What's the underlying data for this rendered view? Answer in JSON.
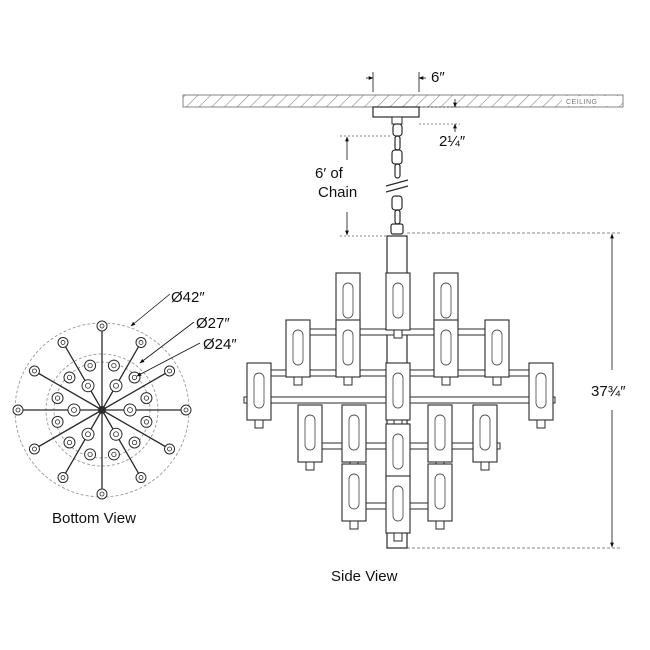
{
  "diagram": {
    "ceiling_label": "CEILING",
    "dim_canopy_width": "6″",
    "dim_canopy_height": "2¼″",
    "dim_chain_line1": "6′ of",
    "dim_chain_line2": "Chain",
    "dim_overall_height": "37¾″",
    "dia_outer": "Ø42″",
    "dia_middle": "Ø27″",
    "dia_inner": "Ø24″",
    "caption_bottom": "Bottom View",
    "caption_side": "Side View",
    "colors": {
      "line": "#2b2b2b",
      "dimension": "#111111",
      "dashed_circle": "#9a9a9a",
      "hatch": "#8a8a8a"
    }
  }
}
